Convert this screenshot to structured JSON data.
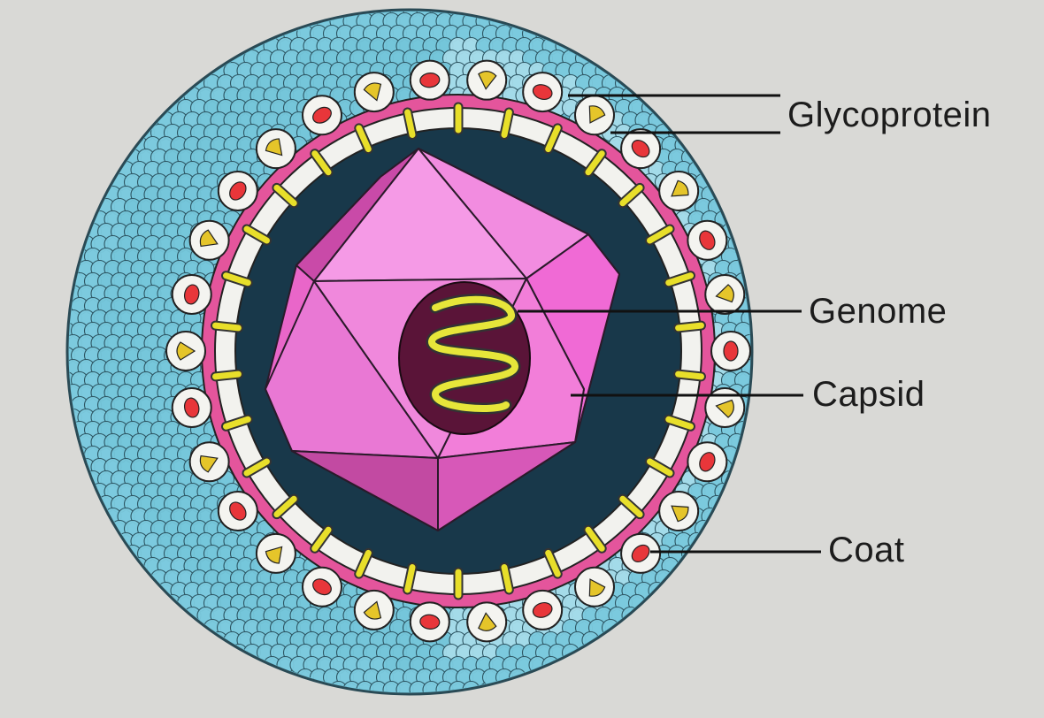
{
  "labels": {
    "glycoprotein": "Glycoprotein",
    "genome": "Genome",
    "capsid": "Capsid",
    "coat": "Coat"
  },
  "colors": {
    "background": "#d9d9d6",
    "coat_blue": "#6fc4d9",
    "coat_light": "#bfe6ef",
    "membrane_pink": "#e4559c",
    "membrane_white": "#f2f2ee",
    "spike_yellow": "#e8df2a",
    "inner_dark": "#18384a",
    "capsid_pink": "#f07ad8",
    "capsid_dark": "#b83c98",
    "genome_dark": "#5a1438",
    "rna_yellow": "#e6e63a",
    "protein_red": "#e8363a",
    "outline": "#222222"
  }
}
